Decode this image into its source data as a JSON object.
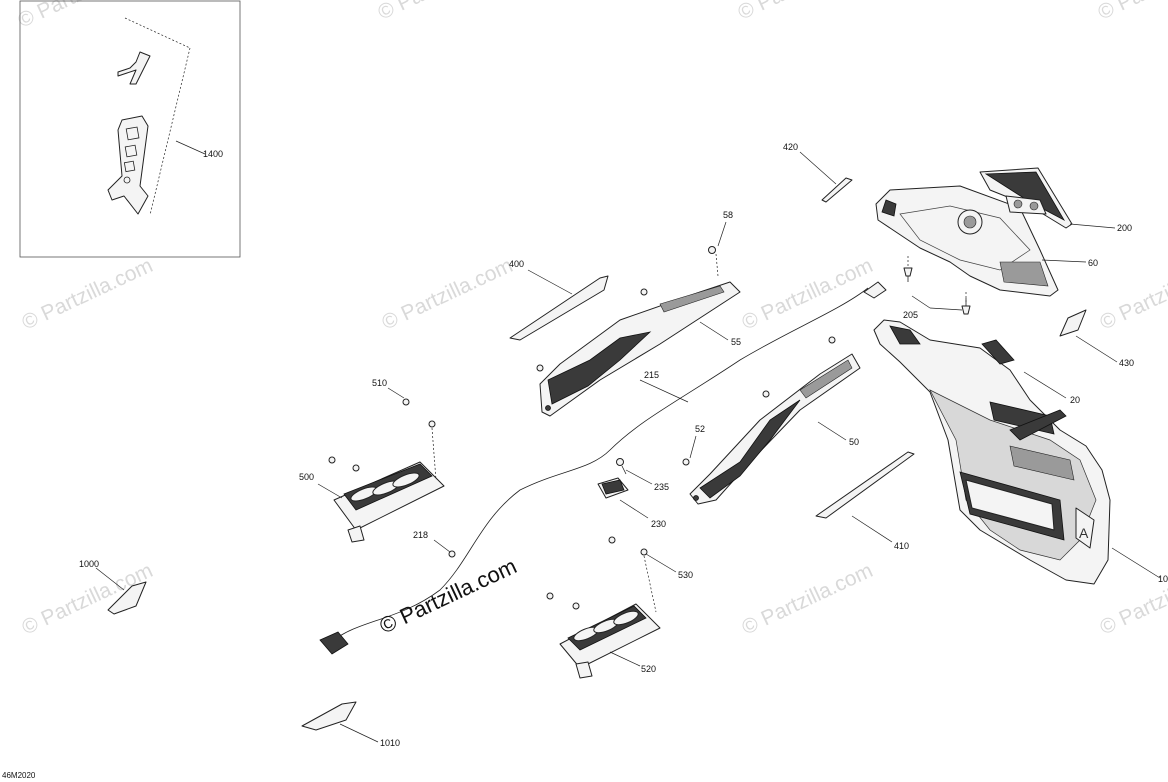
{
  "diagram": {
    "code": "46M2020",
    "watermark": "© Partzilla.com",
    "watermark_repeated": "© Partzilla.com",
    "callouts": {
      "p1400": "1400",
      "p420": "420",
      "p58": "58",
      "p200": "200",
      "p60": "60",
      "p400": "400",
      "p55": "55",
      "p205": "205",
      "p430": "430",
      "p215": "215",
      "p20": "20",
      "p510": "510",
      "p52": "52",
      "p50": "50",
      "p500": "500",
      "p235": "235",
      "p230": "230",
      "p410": "410",
      "p218": "218",
      "p530": "530",
      "p1000": "1000",
      "p10": "10",
      "p520": "520",
      "p1010": "1010"
    }
  }
}
